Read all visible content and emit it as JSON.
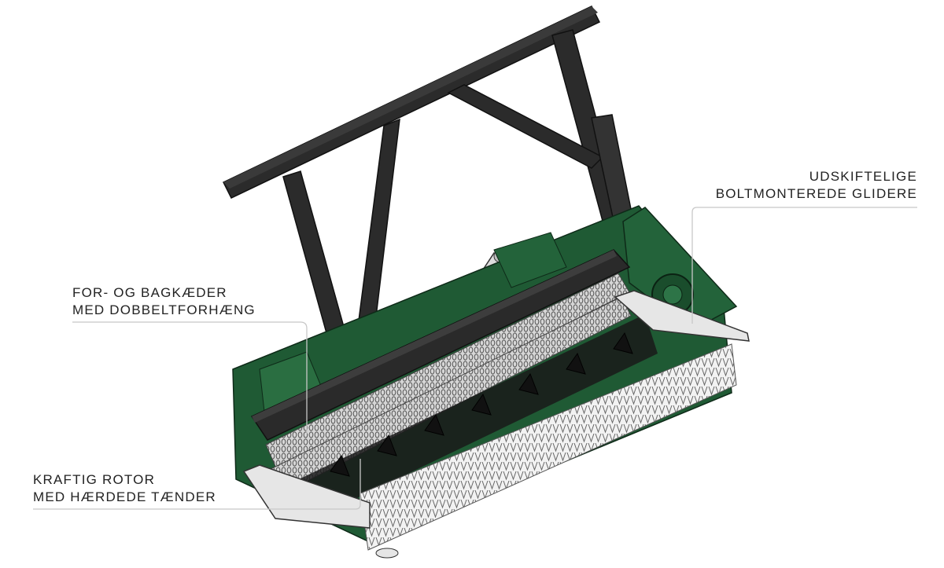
{
  "callouts": {
    "skids": {
      "line1": "UDSKIFTELIGE",
      "line2": "BOLTMONTEREDE GLIDERE"
    },
    "chains": {
      "line1": "FOR- OG BAGKÆDER",
      "line2": "MED DOBBELTFORHÆNG"
    },
    "rotor": {
      "line1": "KRAFTIG ROTOR",
      "line2": "MED HÆRDEDE TÆNDER"
    }
  },
  "colors": {
    "frame": "#2a2a2a",
    "body_green": "#1f5a34",
    "body_green_dark": "#123a21",
    "chain": "#cfcfcf",
    "skid": "#e6e6e6",
    "leader": "#c8c8c8"
  }
}
